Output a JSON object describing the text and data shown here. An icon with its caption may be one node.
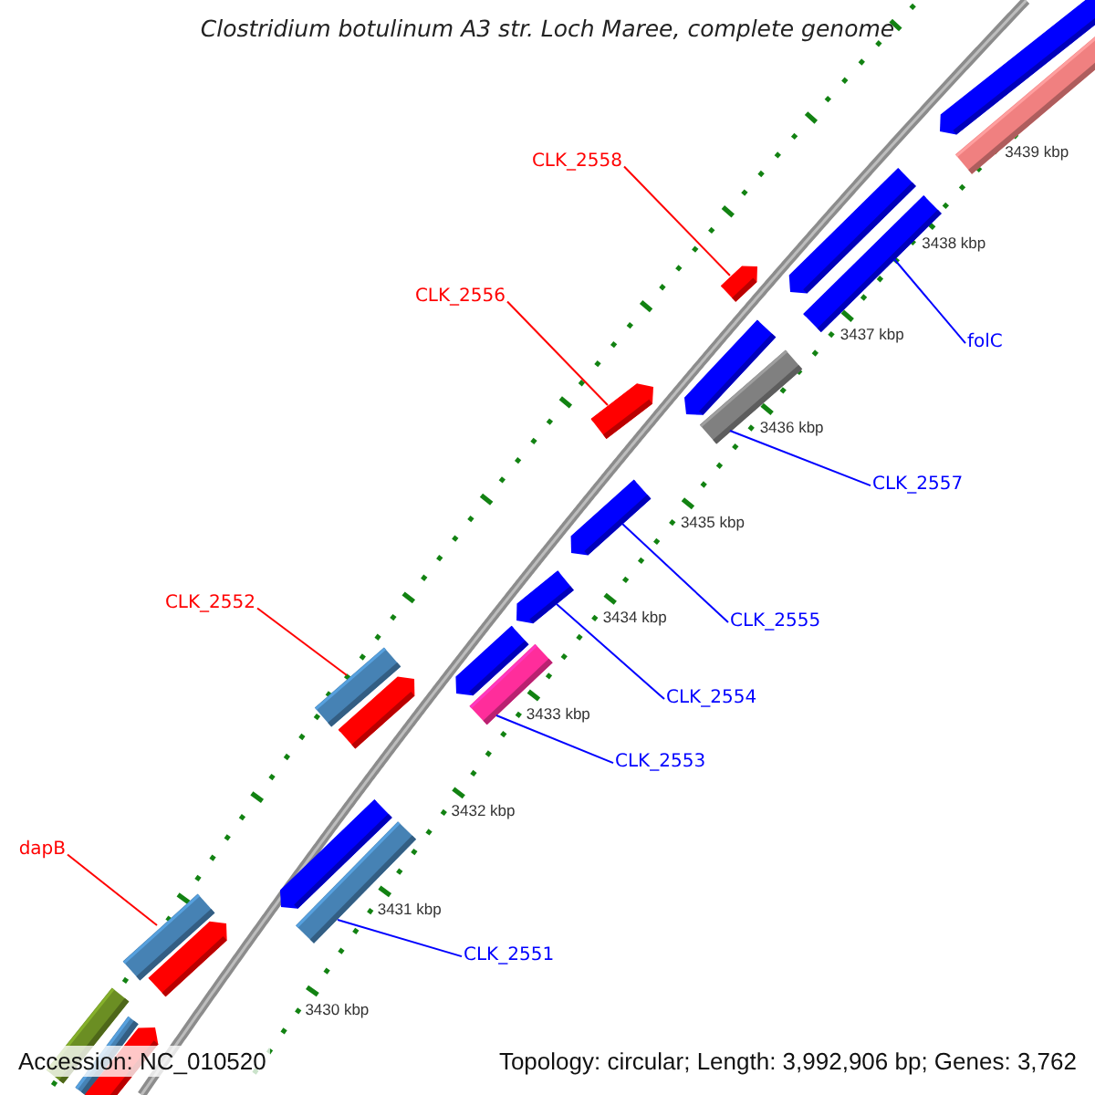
{
  "diagram": {
    "title": "Clostridium botulinum A3 str. Loch Maree, complete genome",
    "nodes": [
      {
        "text": [
          "CLK_2558"
        ]
      },
      {
        "text": [],
        "shape": "bar"
      },
      {
        "text": [
          "CLK_2556"
        ]
      },
      {
        "text": [],
        "shape": "bar"
      },
      {
        "text": [
          "folC"
        ]
      },
      {
        "text": [],
        "shape": "bar"
      },
      {
        "text": [
          "CLK_2557"
        ]
      },
      {
        "text": [],
        "shape": "bar"
      },
      {
        "text": [
          "CLK_2552"
        ]
      },
      {
        "text": [],
        "shape": "bar"
      },
      {
        "text": [
          "CLK_2555"
        ]
      },
      {
        "text": [],
        "shape": "bar"
      },
      {
        "text": [
          "CLK_2554"
        ]
      },
      {
        "text": [],
        "shape": "bar"
      },
      {
        "text": [
          "CLK_2553"
        ]
      },
      {
        "text": [],
        "shape": "bar"
      },
      {
        "text": [
          "dapB"
        ]
      },
      {
        "text": [],
        "shape": "bar"
      },
      {
        "text": [
          "CLK_2551"
        ]
      },
      {
        "text": [],
        "shape": "bar"
      }
    ],
    "edges": [
      {
        "from": 0,
        "to": 1,
        "arrow": "none",
        "color": "#ff0000"
      },
      {
        "from": 2,
        "to": 3,
        "arrow": "none",
        "color": "#ff0000"
      },
      {
        "from": 4,
        "to": 5,
        "arrow": "none"
      },
      {
        "from": 6,
        "to": 7,
        "arrow": "none"
      },
      {
        "from": 8,
        "to": 9,
        "arrow": "none",
        "color": "#ff0000"
      },
      {
        "from": 10,
        "to": 11,
        "arrow": "none"
      },
      {
        "from": 12,
        "to": 13,
        "arrow": "none"
      },
      {
        "from": 14,
        "to": 15,
        "arrow": "none"
      },
      {
        "from": 16,
        "to": 17,
        "arrow": "none",
        "color": "#ff0000"
      },
      {
        "from": 18,
        "to": 19,
        "arrow": "none"
      }
    ],
    "labels": [
      "3439 kbp",
      "3438 kbp",
      "3437 kbp",
      "3436 kbp",
      "3435 kbp",
      "3434 kbp",
      "3433 kbp",
      "3432 kbp",
      "3431 kbp",
      "3430 kbp",
      "Accession: NC_010520",
      "Topology: circular; Length: 3,992,906 bp; Genes: 3,762"
    ]
  }
}
